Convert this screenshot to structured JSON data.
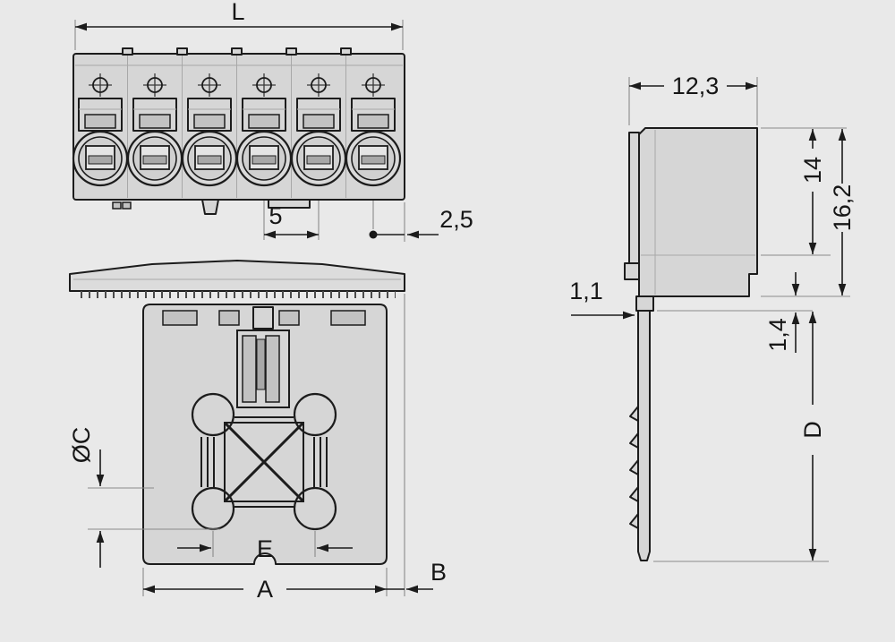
{
  "labels": {
    "front": {
      "overall_width": "L",
      "pole_pitch": "5",
      "edge_offset": "2,5"
    },
    "bottom": {
      "hole_diameter": "ØC",
      "hole_spacing": "E",
      "overall_width": "A",
      "flange_overhang": "B"
    },
    "side": {
      "depth": "12,3",
      "pin_thickness": "1,1",
      "upper_height": "14",
      "total_height": "16,2",
      "shoulder_height": "1,4",
      "pin_length": "D"
    }
  },
  "colors": {
    "background": "#e9e9e9",
    "body_fill": "#d6d6d6",
    "line": "#1c1c1c",
    "extension_line": "#8a8a8a"
  }
}
